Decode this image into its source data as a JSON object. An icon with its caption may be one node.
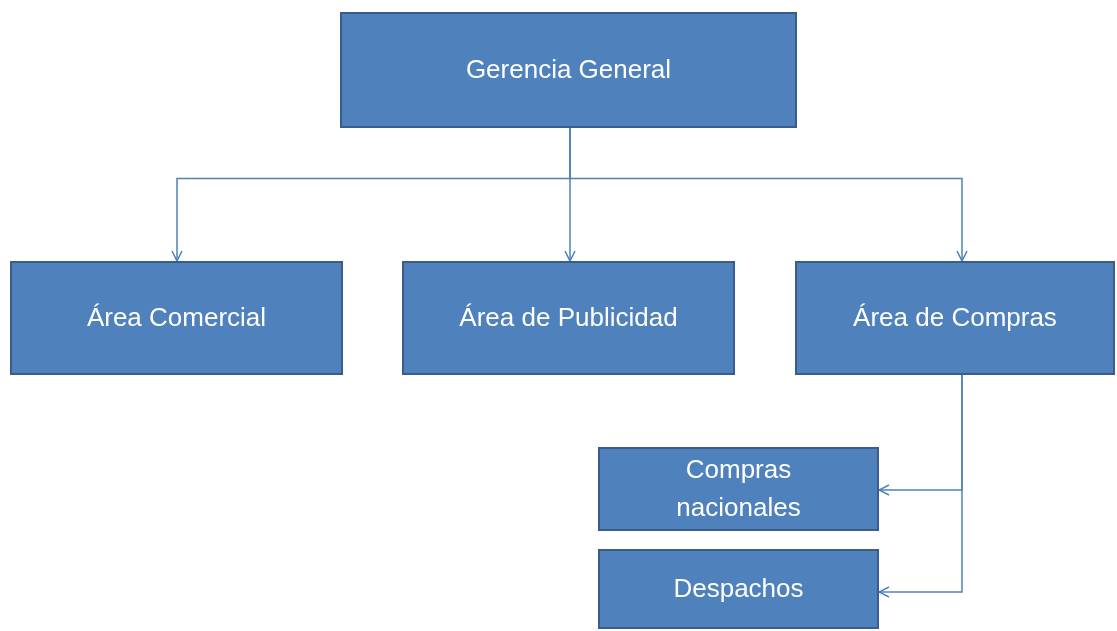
{
  "diagram": {
    "nodes": [
      {
        "text": [
          "Gerencia General"
        ]
      },
      {
        "text": [
          "Área Comercial"
        ]
      },
      {
        "text": [
          "Área de Publicidad"
        ]
      },
      {
        "text": [
          "Área de Compras"
        ]
      },
      {
        "text": [
          "Compras nacionales"
        ]
      },
      {
        "text": [
          "Despachos"
        ]
      }
    ],
    "edges": [
      {
        "from": 0,
        "to": 1,
        "arrow": "to"
      },
      {
        "from": 0,
        "to": 2,
        "arrow": "to"
      },
      {
        "from": 0,
        "to": 3,
        "arrow": "to"
      },
      {
        "from": 3,
        "to": 4,
        "arrow": "to"
      },
      {
        "from": 3,
        "to": 5,
        "arrow": "to"
      }
    ]
  }
}
